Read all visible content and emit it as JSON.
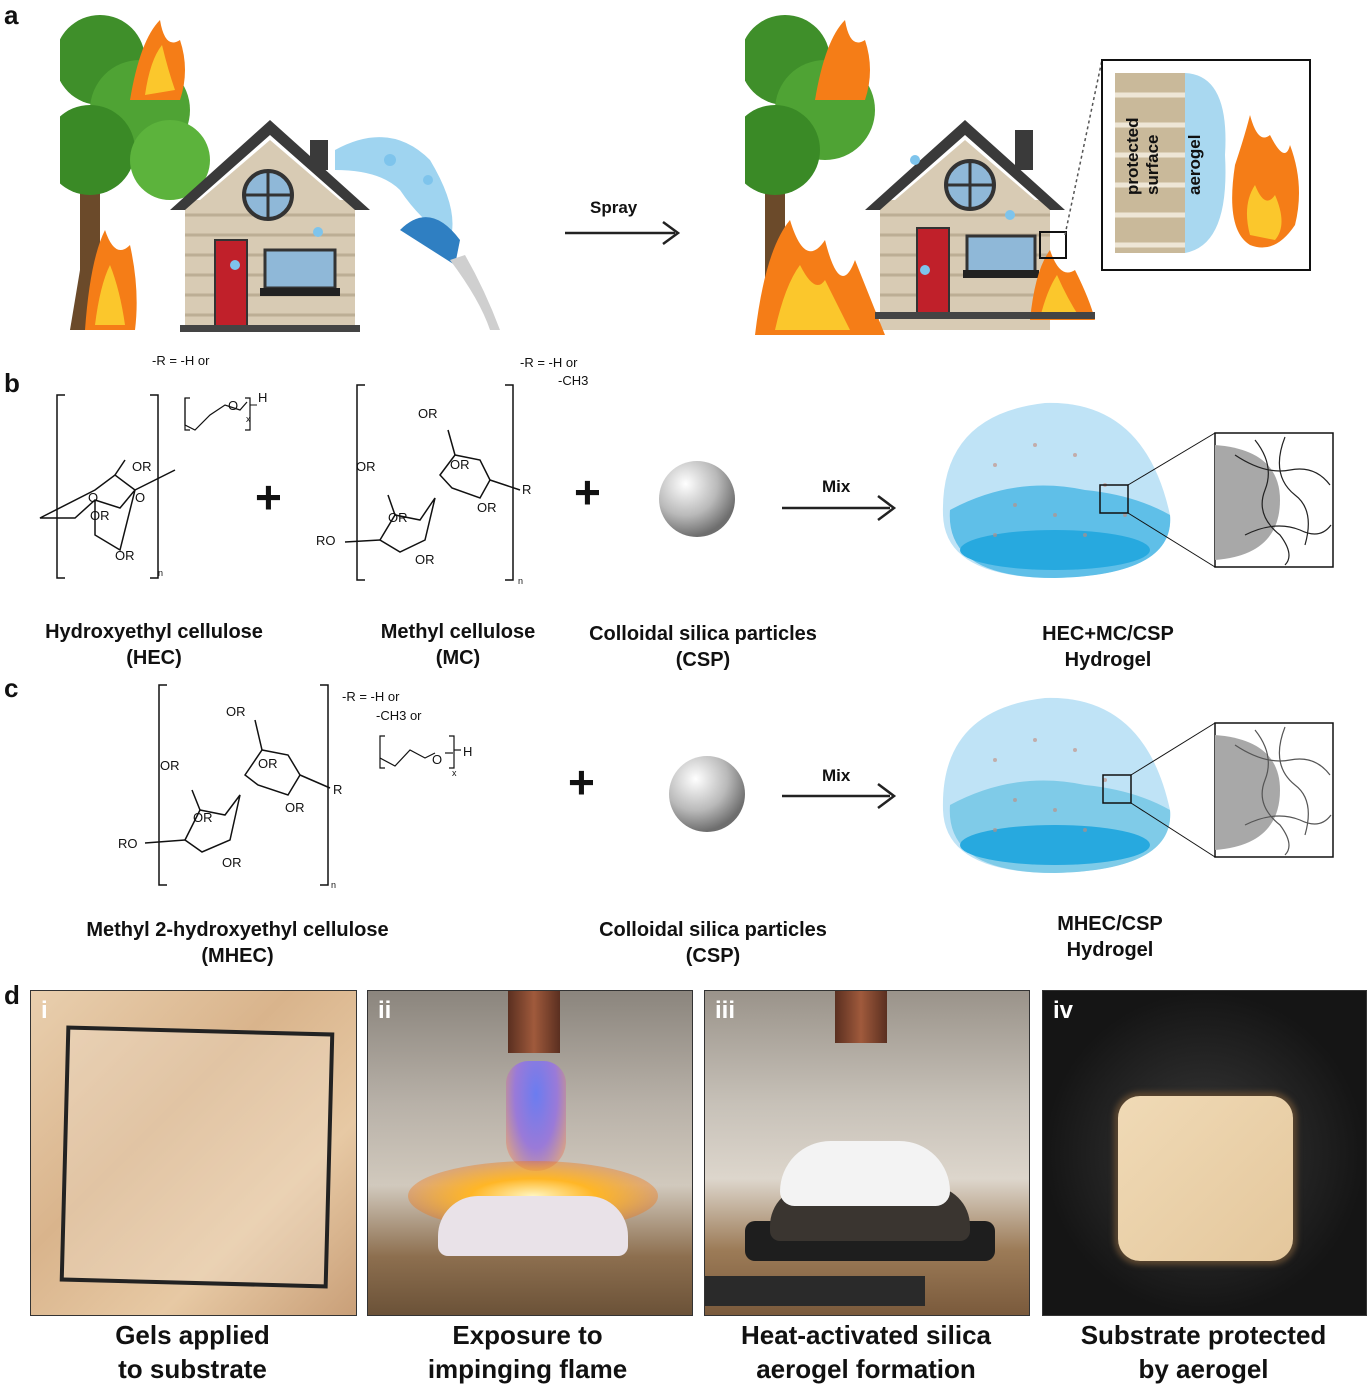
{
  "panels": {
    "a": {
      "label": "a",
      "arrow_text": "Spray",
      "inset": {
        "protected_surface": "protected\nsurface",
        "aerogel": "aerogel"
      }
    },
    "b": {
      "label": "b",
      "r_note_hec": "-R = -H or",
      "r_note_mc_1": "-R = -H or",
      "r_note_mc_2": "-CH3",
      "arrow_text": "Mix",
      "plus": "+",
      "compounds": [
        {
          "name": "Hydroxyethyl cellulose",
          "abbr": "(HEC)"
        },
        {
          "name": "Methyl cellulose",
          "abbr": "(MC)"
        },
        {
          "name": "Colloidal silica particles",
          "abbr": "(CSP)"
        },
        {
          "name": "HEC+MC/CSP",
          "abbr": "Hydrogel"
        }
      ]
    },
    "c": {
      "label": "c",
      "r_note_1": "-R = -H or",
      "r_note_2": "-CH3 or",
      "arrow_text": "Mix",
      "plus": "+",
      "compounds": [
        {
          "name": "Methyl 2-hydroxyethyl cellulose",
          "abbr": "(MHEC)"
        },
        {
          "name": "Colloidal silica particles",
          "abbr": "(CSP)"
        },
        {
          "name": "MHEC/CSP",
          "abbr": "Hydrogel"
        }
      ]
    },
    "d": {
      "label": "d",
      "photos": [
        {
          "roman": "i",
          "caption_1": "Gels applied",
          "caption_2": "to substrate"
        },
        {
          "roman": "ii",
          "caption_1": "Exposure to",
          "caption_2": "impinging flame"
        },
        {
          "roman": "iii",
          "caption_1": "Heat-activated silica",
          "caption_2": "aerogel formation"
        },
        {
          "roman": "iv",
          "caption_1": "Substrate protected",
          "caption_2": "by aerogel"
        }
      ]
    }
  },
  "chem": {
    "or": "OR",
    "o": "O",
    "ro": "RO",
    "r": "R",
    "h": "H",
    "x": "x",
    "n": "n"
  },
  "colors": {
    "hydrogel": "#5fbfe8",
    "flame": "#f5a020",
    "wood": "#d8b48e",
    "char": "#1e1e1e",
    "house_roof": "#3a3a3a",
    "door": "#c0202a"
  }
}
